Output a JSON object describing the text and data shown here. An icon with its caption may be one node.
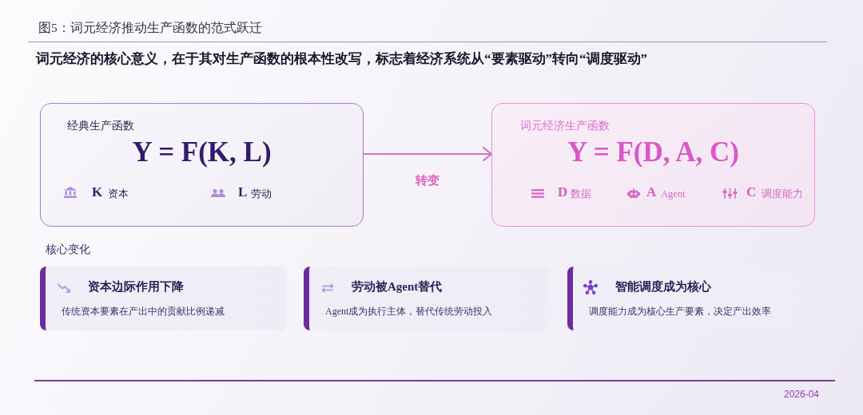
{
  "diagram": {
    "title": "图5：词元经济推动生产函数的范式跃迁",
    "nodes": [
      {
        "text": [
          "经典生产函数",
          "Y = F(K, L)",
          "K",
          "资本",
          "L",
          "劳动"
        ]
      },
      {
        "text": [
          "词元经济生产函数",
          "Y = F(D, A, C)",
          "D",
          "数据",
          "A",
          "Agent",
          "C",
          "调度能力"
        ]
      },
      {
        "text": [
          "资本边际作用下降",
          "传统资本要素在产出中的贡献比例递减"
        ]
      },
      {
        "text": [
          "劳动被Agent替代",
          "Agent成为执行主体，替代传统劳动投入"
        ]
      },
      {
        "text": [
          "智能调度成为核心",
          "调度能力成为核心生产要素，决定产出效率"
        ]
      }
    ],
    "edges": [
      {
        "from": 0,
        "to": 1,
        "arrow": "to",
        "label": "转变"
      }
    ],
    "labels": [
      "词元经济的核心意义，在于其对生产函数的根本性改写，标志着经济系统从“要素驱动”转向“调度驱动”",
      "核心变化",
      "2026-04"
    ]
  }
}
